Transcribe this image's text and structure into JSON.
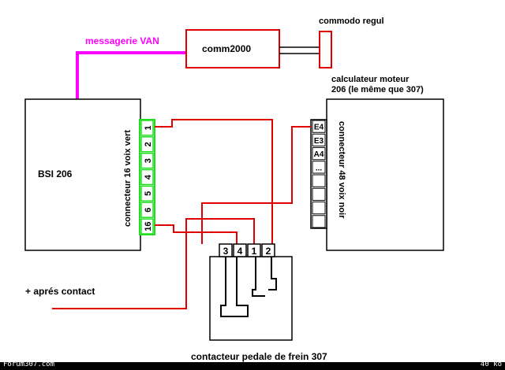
{
  "labels": {
    "commodo": "commodo regul",
    "messagerie": "messagerie VAN",
    "comm": "comm2000",
    "calc_line1": "calculateur moteur",
    "calc_line2": "206 (le même que 307)",
    "bsi": "BSI 206",
    "conn16": "connecteur 16 voix vert",
    "conn48": "connecteur 48 voix noir",
    "apres": "+ aprés contact",
    "contacteur": "contacteur pedale de frein 307"
  },
  "bsi_pins": [
    "1",
    "2",
    "3",
    "4",
    "5",
    "6",
    "16"
  ],
  "ecu_pins": [
    "E4",
    "E3",
    "A4",
    "...",
    "",
    "",
    "",
    ""
  ],
  "switch_pins": [
    "3",
    "4",
    "1",
    "2"
  ],
  "footer": {
    "left": "Forum307.com",
    "right": "40 ko"
  },
  "colors": {
    "van_bus": "#ff00ff",
    "wire": "#e00000",
    "connector_green": "#22dd22",
    "background": "#ffffff"
  }
}
